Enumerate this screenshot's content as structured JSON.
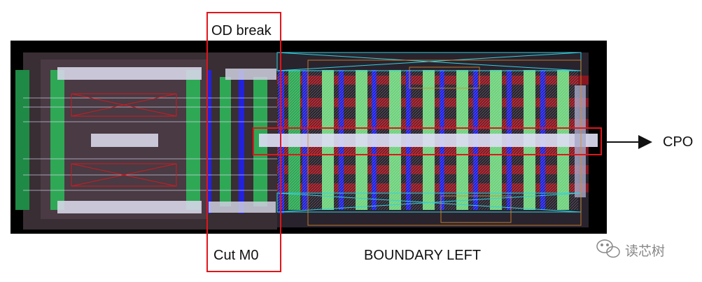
{
  "labels": {
    "od_break": "OD break",
    "cpo": "CPO",
    "cut_m0": "Cut M0",
    "boundary_left": "BOUNDARY LEFT"
  },
  "watermark": {
    "text": "读芯树",
    "icon": "wechat-icon"
  },
  "colors": {
    "background": "#000000",
    "od_green": "#2fa855",
    "od_light_green": "#6fd27d",
    "poly_blue": "#2222dd",
    "metal_red": "#a8141e",
    "highlight_box": "#e0161b",
    "cyan_boundary": "#33d0e0",
    "orange_outline": "#d98a2b"
  }
}
